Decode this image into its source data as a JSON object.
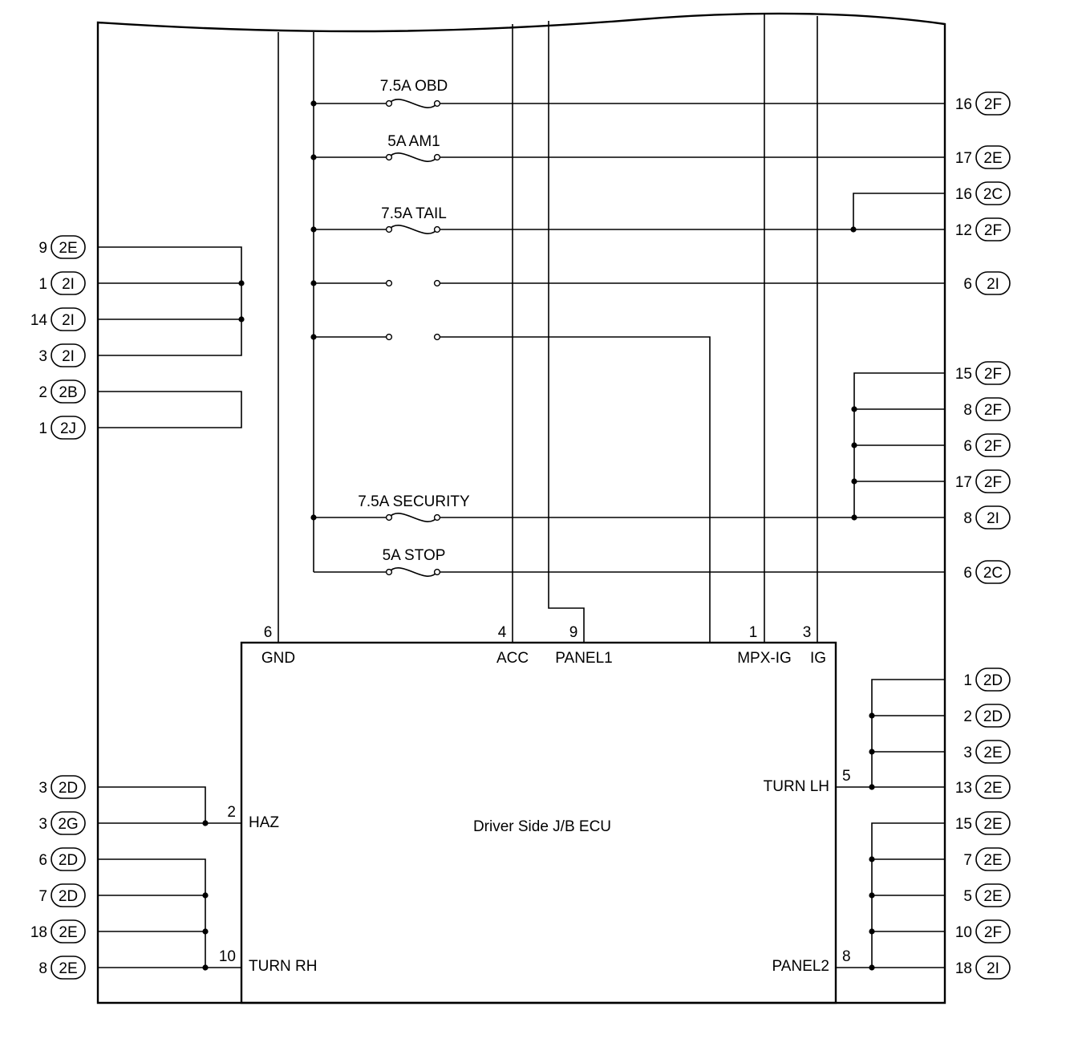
{
  "ecu": {
    "name": "Driver Side J/B ECU",
    "top_pins": [
      {
        "num": "6",
        "label": "GND"
      },
      {
        "num": "4",
        "label": "ACC"
      },
      {
        "num": "9",
        "label": "PANEL1"
      },
      {
        "num": "1",
        "label": "MPX-IG"
      },
      {
        "num": "3",
        "label": "IG"
      }
    ],
    "left_pins": [
      {
        "num": "2",
        "label": "HAZ"
      },
      {
        "num": "10",
        "label": "TURN RH"
      }
    ],
    "right_pins": [
      {
        "num": "5",
        "label": "TURN LH"
      },
      {
        "num": "8",
        "label": "PANEL2"
      }
    ]
  },
  "fuses": [
    {
      "label": "7.5A OBD"
    },
    {
      "label": "5A AM1"
    },
    {
      "label": "7.5A TAIL"
    },
    {
      "label": ""
    },
    {
      "label": ""
    },
    {
      "label": "7.5A SECURITY"
    },
    {
      "label": "5A STOP"
    }
  ],
  "right_connectors": [
    {
      "pin": "16",
      "conn": "2F"
    },
    {
      "pin": "17",
      "conn": "2E"
    },
    {
      "pin": "16",
      "conn": "2C"
    },
    {
      "pin": "12",
      "conn": "2F"
    },
    {
      "pin": "6",
      "conn": "2I"
    },
    {
      "pin": "15",
      "conn": "2F"
    },
    {
      "pin": "8",
      "conn": "2F"
    },
    {
      "pin": "6",
      "conn": "2F"
    },
    {
      "pin": "17",
      "conn": "2F"
    },
    {
      "pin": "8",
      "conn": "2I"
    },
    {
      "pin": "6",
      "conn": "2C"
    },
    {
      "pin": "1",
      "conn": "2D"
    },
    {
      "pin": "2",
      "conn": "2D"
    },
    {
      "pin": "3",
      "conn": "2E"
    },
    {
      "pin": "13",
      "conn": "2E"
    },
    {
      "pin": "15",
      "conn": "2E"
    },
    {
      "pin": "7",
      "conn": "2E"
    },
    {
      "pin": "5",
      "conn": "2E"
    },
    {
      "pin": "10",
      "conn": "2F"
    },
    {
      "pin": "18",
      "conn": "2I"
    }
  ],
  "left_connectors": [
    {
      "pin": "9",
      "conn": "2E"
    },
    {
      "pin": "1",
      "conn": "2I"
    },
    {
      "pin": "14",
      "conn": "2I"
    },
    {
      "pin": "3",
      "conn": "2I"
    },
    {
      "pin": "2",
      "conn": "2B"
    },
    {
      "pin": "1",
      "conn": "2J"
    },
    {
      "pin": "3",
      "conn": "2D"
    },
    {
      "pin": "3",
      "conn": "2G"
    },
    {
      "pin": "6",
      "conn": "2D"
    },
    {
      "pin": "7",
      "conn": "2D"
    },
    {
      "pin": "18",
      "conn": "2E"
    },
    {
      "pin": "8",
      "conn": "2E"
    }
  ]
}
